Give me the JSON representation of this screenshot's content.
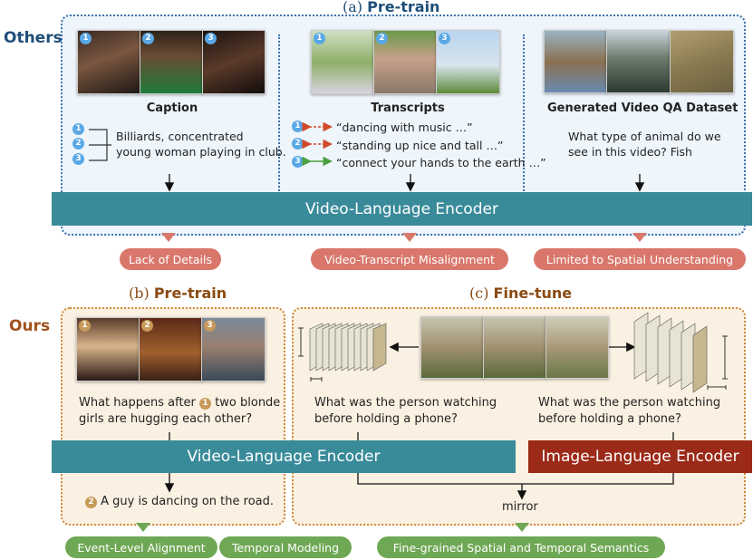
{
  "titles": {
    "top": {
      "prefix": "(a)",
      "bold": "Pre-train"
    },
    "b": {
      "prefix": "(b)",
      "bold": "Pre-train"
    },
    "c": {
      "prefix": "(c)",
      "bold": "Fine-tune"
    }
  },
  "side_labels": {
    "others": "Others",
    "ours": "Ours"
  },
  "caption_col": {
    "heading": "Caption",
    "badges": [
      "1",
      "2",
      "3"
    ],
    "text_line1": "Billiards, concentrated",
    "text_line2": "young woman playing in club."
  },
  "transcript_col": {
    "heading": "Transcripts",
    "badges": [
      "1",
      "2",
      "3"
    ],
    "lines": [
      "“dancing with music …”",
      "“standing up nice and tall …”",
      "“connect your hands to the earth …”"
    ]
  },
  "qa_col": {
    "heading": "Generated Video QA Dataset",
    "line1": "What type of animal do we",
    "line2": "see in this video? Fish"
  },
  "top_encoder": "Video-Language Encoder",
  "limitations": [
    "Lack of Details",
    "Video-Transcript Misalignment",
    "Limited to Spatial Understanding"
  ],
  "pretrain_b": {
    "badges": [
      "1",
      "2",
      "3"
    ],
    "question_line1_a": "What happens after",
    "question_badge": "1",
    "question_line1_b": "two blonde",
    "question_line2": "girls are hugging each other?",
    "answer_badge": "2",
    "answer": "A guy is dancing on the road."
  },
  "finetune_c": {
    "q_left_line1": "What was the person watching",
    "q_left_line2": "before holding a phone?",
    "q_right_line1": "What was the person watching",
    "q_right_line2": "before holding a phone?",
    "mirror": "mirror"
  },
  "bottom_video_encoder": "Video-Language Encoder",
  "bottom_image_encoder": "Image-Language Encoder",
  "benefits": [
    "Event-Level Alignment",
    "Temporal Modeling",
    "Fine-grained Spatial and Temporal Semantics"
  ],
  "colors": {
    "encoder_teal": "#3a8b9a",
    "encoder_red": "#9c2a18",
    "pill_red": "#d9776b",
    "pill_green": "#6fa855",
    "top_panel_bg": "#eef5fb",
    "bottom_panel_bg": "#fbf1e2"
  }
}
